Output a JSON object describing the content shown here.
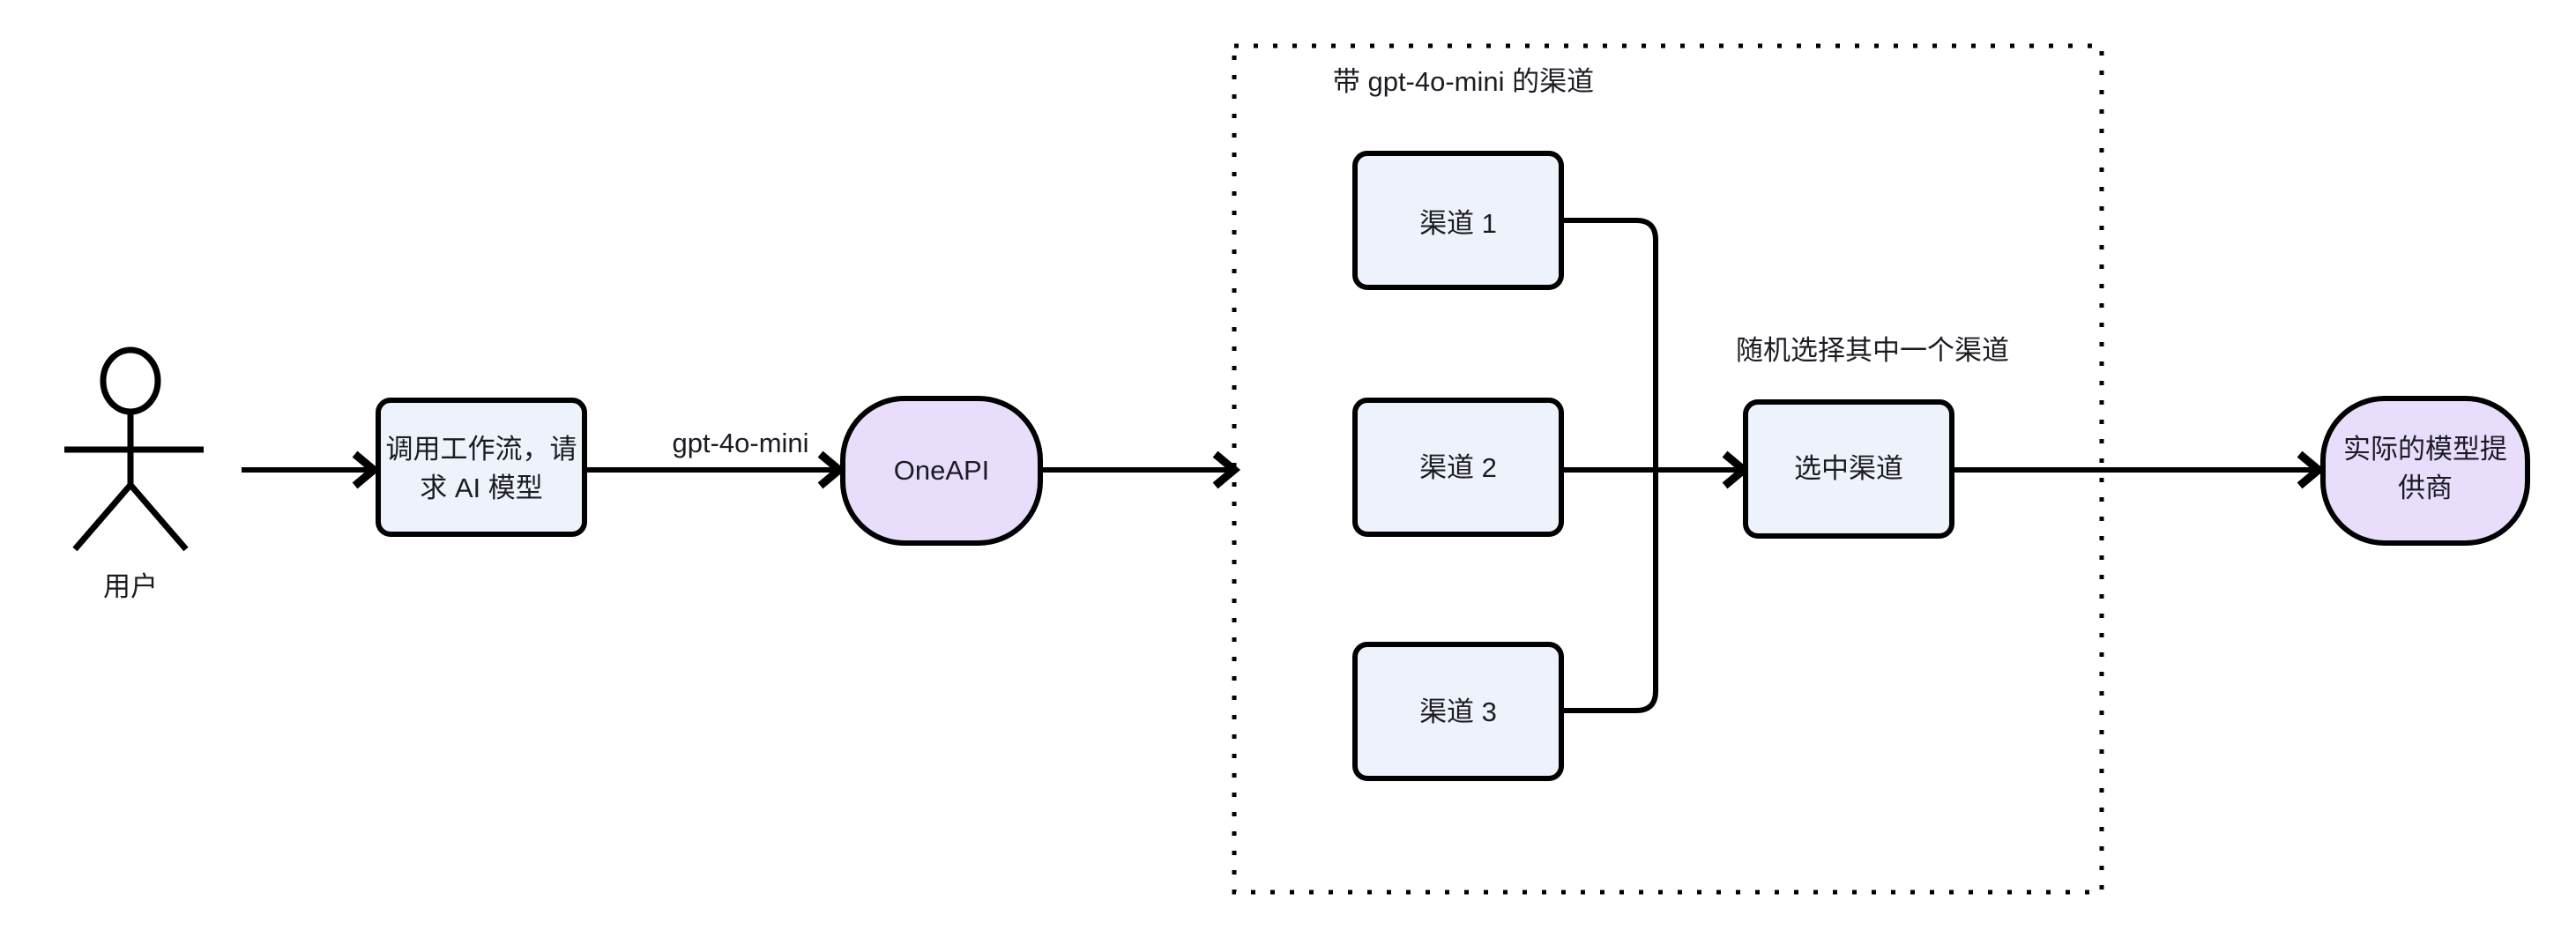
{
  "diagram": {
    "type": "flowchart",
    "title_visible": false,
    "colors": {
      "process_fill": "#eef2fb",
      "terminal_fill": "#e9ddfc",
      "stroke": "#000000",
      "text": "#1b1b22",
      "background": "#ffffff"
    },
    "actor": {
      "name": "user-actor",
      "label": "用户"
    },
    "nodes": [
      {
        "id": "workflow",
        "label_line1": "调用工作流，请",
        "label_line2": "求 AI 模型",
        "shape": "rounded-rect",
        "fill": "#eef2fb"
      },
      {
        "id": "oneapi",
        "label": "OneAPI",
        "shape": "stadium",
        "fill": "#e9ddfc"
      },
      {
        "id": "channel1",
        "label": "渠道 1",
        "shape": "rounded-rect",
        "fill": "#eef2fb"
      },
      {
        "id": "channel2",
        "label": "渠道 2",
        "shape": "rounded-rect",
        "fill": "#eef2fb"
      },
      {
        "id": "channel3",
        "label": "渠道 3",
        "shape": "rounded-rect",
        "fill": "#eef2fb"
      },
      {
        "id": "selected",
        "label": "选中渠道",
        "shape": "rounded-rect",
        "fill": "#eef2fb"
      },
      {
        "id": "provider",
        "label_line1": "实际的模型提",
        "label_line2": "供商",
        "shape": "stadium",
        "fill": "#e9ddfc"
      }
    ],
    "container": {
      "id": "channel-group",
      "label": "带 gpt-4o-mini 的渠道",
      "border_style": "dotted"
    },
    "annotations": [
      {
        "id": "random-pick-note",
        "label": "随机选择其中一个渠道"
      }
    ],
    "edges": [
      {
        "id": "actor-to-workflow",
        "from": "user-actor",
        "to": "workflow",
        "label": ""
      },
      {
        "id": "workflow-to-oneapi",
        "from": "workflow",
        "to": "oneapi",
        "label": "gpt-4o-mini"
      },
      {
        "id": "oneapi-to-group",
        "from": "oneapi",
        "to": "channel-group",
        "label": ""
      },
      {
        "id": "channel1-to-selected",
        "from": "channel1",
        "to": "selected",
        "label": ""
      },
      {
        "id": "channel2-to-selected",
        "from": "channel2",
        "to": "selected",
        "label": ""
      },
      {
        "id": "channel3-to-selected",
        "from": "channel3",
        "to": "selected",
        "label": ""
      },
      {
        "id": "selected-to-provider",
        "from": "selected",
        "to": "provider",
        "label": ""
      }
    ]
  }
}
